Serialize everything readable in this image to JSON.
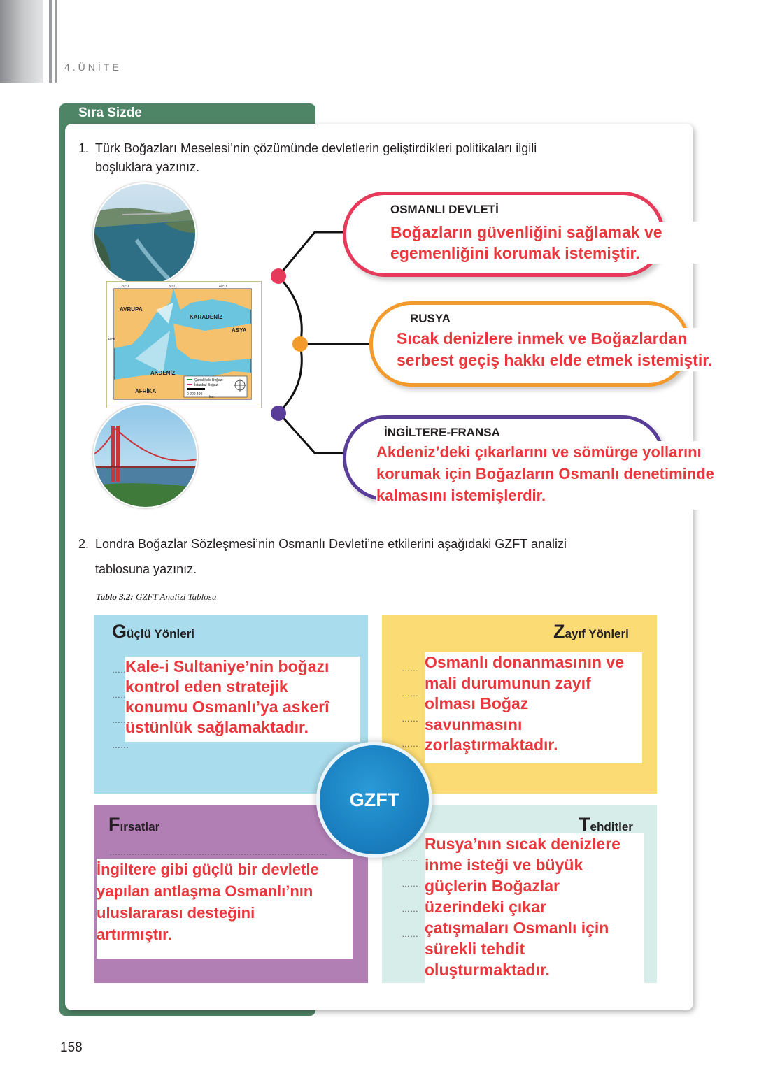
{
  "header": {
    "unit": "4.ÜNİTE"
  },
  "activity": {
    "title": "Sıra Sizde",
    "q1": {
      "number": "1.",
      "text_line1": "Türk Boğazları Meselesi’nin çözümünde devletlerin geliştirdikleri politikaları ilgili",
      "text_line2": "boşluklara yazınız."
    },
    "map_labels": {
      "avrupa": "AVRUPA",
      "karadeniz": "KARADENİZ",
      "asya": "ASYA",
      "akdeniz": "AKDENİZ",
      "afrika": "AFRİKA",
      "legend1": "Çanakkale Boğazı",
      "legend2": "İstanbul Boğazı",
      "scale": "0  200  400",
      "scale_unit": "km",
      "lon1": "20°D",
      "lon2": "30°D",
      "lon3": "40°D",
      "lat1": "40°K"
    },
    "policies": [
      {
        "title": "OSMANLI DEVLETİ",
        "answer_line1": "Boğazların güvenliğini sağlamak ve",
        "answer_line2": "egemenliğini korumak istemiştir.",
        "color": "#e63a5a"
      },
      {
        "title": "RUSYA",
        "answer_line1": "Sıcak denizlere inmek ve Boğazlardan",
        "answer_line2": "serbest geçiş hakkı elde etmek istemiştir.",
        "color": "#f39a2c"
      },
      {
        "title": "İNGİLTERE-FRANSA",
        "answer_line1": "Akdeniz’deki çıkarlarını ve sömürge yollarını",
        "answer_line2": "korumak için Boğazların Osmanlı denetiminde",
        "answer_line3": "kalmasını istemişlerdir.",
        "color": "#6a3fa0"
      }
    ],
    "q2": {
      "number": "2.",
      "text_line1": "Londra Boğazlar Sözleşmesi’nin Osmanlı Devleti’ne etkilerini aşağıdaki GZFT analizi",
      "text_line2": "tablosuna yazınız."
    },
    "table_caption_bold": "Tablo 3.2:",
    "table_caption_rest": " GZFT Analizi Tablosu",
    "gzft": {
      "center": "GZFT",
      "strengths": {
        "initial": "G",
        "rest": "üçlü Yönleri",
        "color": "#a9dcec",
        "lines": [
          "Kale-i Sultaniye’nin boğazı",
          "kontrol eden stratejik",
          "konumu Osmanlı’ya askerî",
          "üstünlük sağlamaktadır."
        ]
      },
      "weaknesses": {
        "initial": "Z",
        "rest": "ayıf Yönleri",
        "color": "#fbdc74",
        "lines": [
          "Osmanlı donanmasının ve",
          "mali durumunun zayıf",
          "olması Boğaz",
          "savunmasını",
          "zorlaştırmaktadır."
        ]
      },
      "opportunities": {
        "initial": "F",
        "rest": "ırsatlar",
        "color": "#b27fb5",
        "lines": [
          " İngiltere gibi güçlü bir devletle",
          "yapılan antlaşma Osmanlı’nın",
          "uluslararası desteğini",
          "artırmıştır."
        ]
      },
      "threats": {
        "initial": "T",
        "rest": "ehditler",
        "color": "#d6ede9",
        "lines": [
          "Rusya’nın sıcak denizlere",
          "inme isteği ve büyük",
          "güçlerin Boğazlar",
          "üzerindeki çıkar",
          "çatışmaları Osmanlı için",
          "sürekli tehdit",
          "oluşturmaktadır."
        ]
      }
    }
  },
  "page_number": "158"
}
